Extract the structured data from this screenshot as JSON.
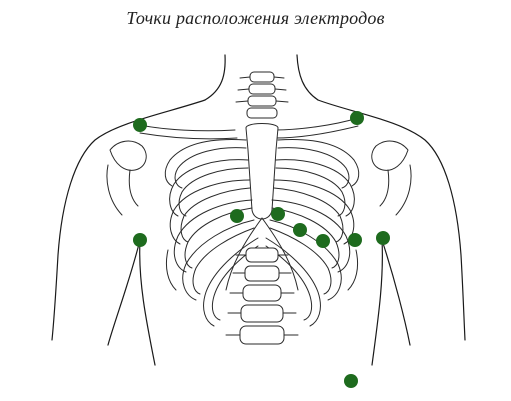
{
  "title": "Точки расположения электродов",
  "electrode_color": "#1e6b1e",
  "electrodes": [
    {
      "id": "right-shoulder"
    },
    {
      "id": "left-shoulder"
    },
    {
      "id": "right-arm"
    },
    {
      "id": "left-arm"
    },
    {
      "id": "v1"
    },
    {
      "id": "v2"
    },
    {
      "id": "v3"
    },
    {
      "id": "v4"
    },
    {
      "id": "v5"
    },
    {
      "id": "v6"
    },
    {
      "id": "ground-lower"
    }
  ]
}
